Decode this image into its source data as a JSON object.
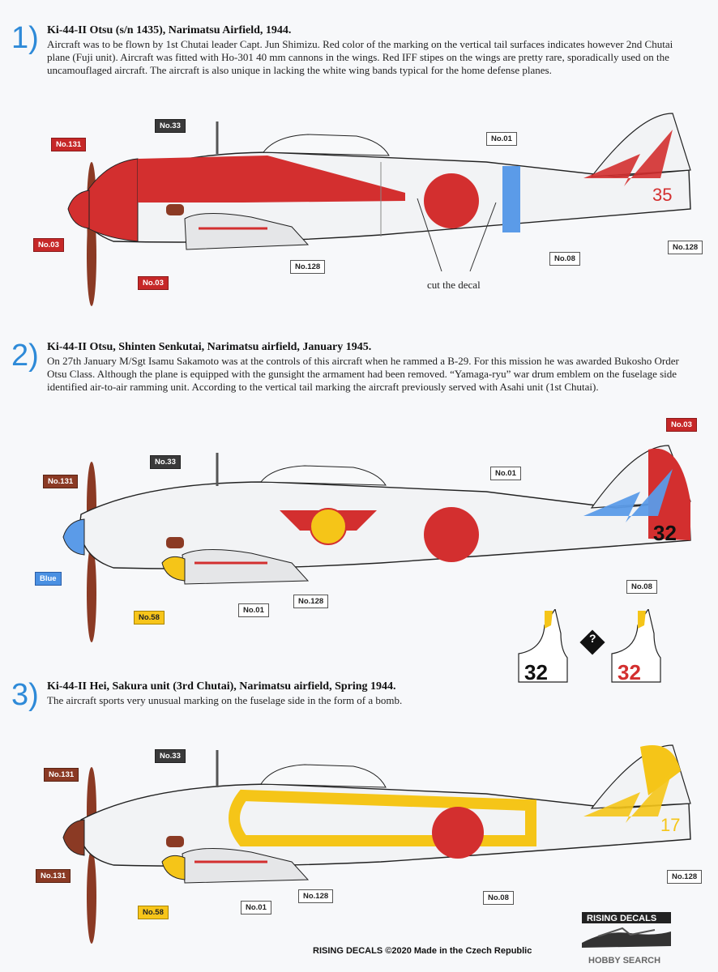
{
  "sections": [
    {
      "number": "1)",
      "title": "Ki-44-II Otsu (s/n 1435), Narimatsu Airfield, 1944.",
      "body": "Aircraft was to be flown by 1st Chutai leader Capt. Jun Shimizu. Red color of the marking on the vertical tail surfaces indicates however 2nd Chutai plane (Fuji unit). Aircraft was fitted with Ho-301 40 mm cannons in the wings. Red IFF stipes on the wings are pretty rare, sporadically used on the uncamouflaged aircraft. The aircraft is also unique in lacking the white wing bands typical for the home defense planes.",
      "tail_number": "35",
      "note": "cut the decal"
    },
    {
      "number": "2)",
      "title": "Ki-44-II Otsu, Shinten Senkutai, Narimatsu airfield, January 1945.",
      "body": "On 27th January M/Sgt Isamu Sakamoto was at the controls of this aircraft when he rammed a B-29. For this mission he was awarded Bukosho Order Otsu Class. Although the plane is equipped with the gunsight the armament had been removed. “Yamaga-ryu” war drum emblem on the fuselage side identified air-to-air ramming unit. According to the vertical tail marking the aircraft previously served with Asahi unit (1st Chutai).",
      "tail_number": "32",
      "variant_a": "32",
      "variant_b": "32",
      "question": "?"
    },
    {
      "number": "3)",
      "title": "Ki-44-II Hei, Sakura unit (3rd Chutai), Narimatsu airfield, Spring 1944.",
      "body": "The aircraft sports very unusual marking on the fuselage side in the form of a bomb.",
      "tail_number": "17"
    }
  ],
  "tags": {
    "s1": {
      "no131": "No.131",
      "no33": "No.33",
      "no01": "No.01",
      "no03a": "No.03",
      "no03b": "No.03",
      "no128a": "No.128",
      "no128b": "No.128",
      "no08": "No.08"
    },
    "s2": {
      "no131": "No.131",
      "no33": "No.33",
      "no01a": "No.01",
      "no01b": "No.01",
      "no03": "No.03",
      "blue": "Blue",
      "no58": "No.58",
      "no128": "No.128",
      "no08": "No.08"
    },
    "s3": {
      "no131a": "No.131",
      "no131b": "No.131",
      "no33": "No.33",
      "no01": "No.01",
      "no58": "No.58",
      "no128a": "No.128",
      "no128b": "No.128",
      "no08": "No.08"
    }
  },
  "footer": {
    "brand": "RISING DECALS",
    "copyright": "©2020",
    "made": "Made in the Czech Republic"
  },
  "logo_text": "RISING DECALS",
  "watermark": "HOBBY SEARCH",
  "colors": {
    "red": "#d32f2f",
    "blue": "#5b9be8",
    "yellow": "#f5c518",
    "brown": "#8b3a24",
    "number_blue": "#2e8ad8"
  }
}
